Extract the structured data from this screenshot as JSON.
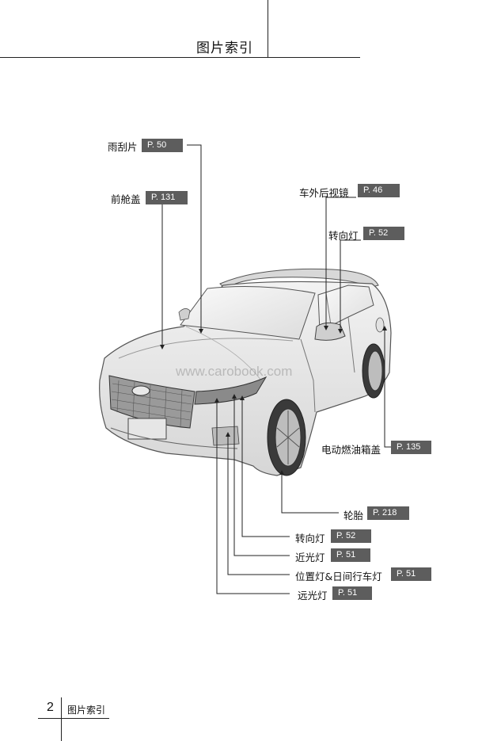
{
  "header": {
    "title": "图片索引"
  },
  "callouts": [
    {
      "label": "雨刮片",
      "page": "P. 50"
    },
    {
      "label": "前舱盖",
      "page": "P. 131"
    },
    {
      "label": "车外后视镜",
      "page": "P. 46"
    },
    {
      "label": "转向灯",
      "page": "P. 52"
    },
    {
      "label": "电动燃油箱盖",
      "page": "P. 135"
    },
    {
      "label": "轮胎",
      "page": "P. 218"
    },
    {
      "label": "转向灯",
      "page": "P. 52"
    },
    {
      "label": "近光灯",
      "page": "P. 51"
    },
    {
      "label": "位置灯&日间行车灯",
      "page": "P. 51"
    },
    {
      "label": "远光灯",
      "page": "P. 51"
    }
  ],
  "watermark": "www.carobook.com",
  "footer": {
    "page_number": "2",
    "title": "图片索引"
  }
}
